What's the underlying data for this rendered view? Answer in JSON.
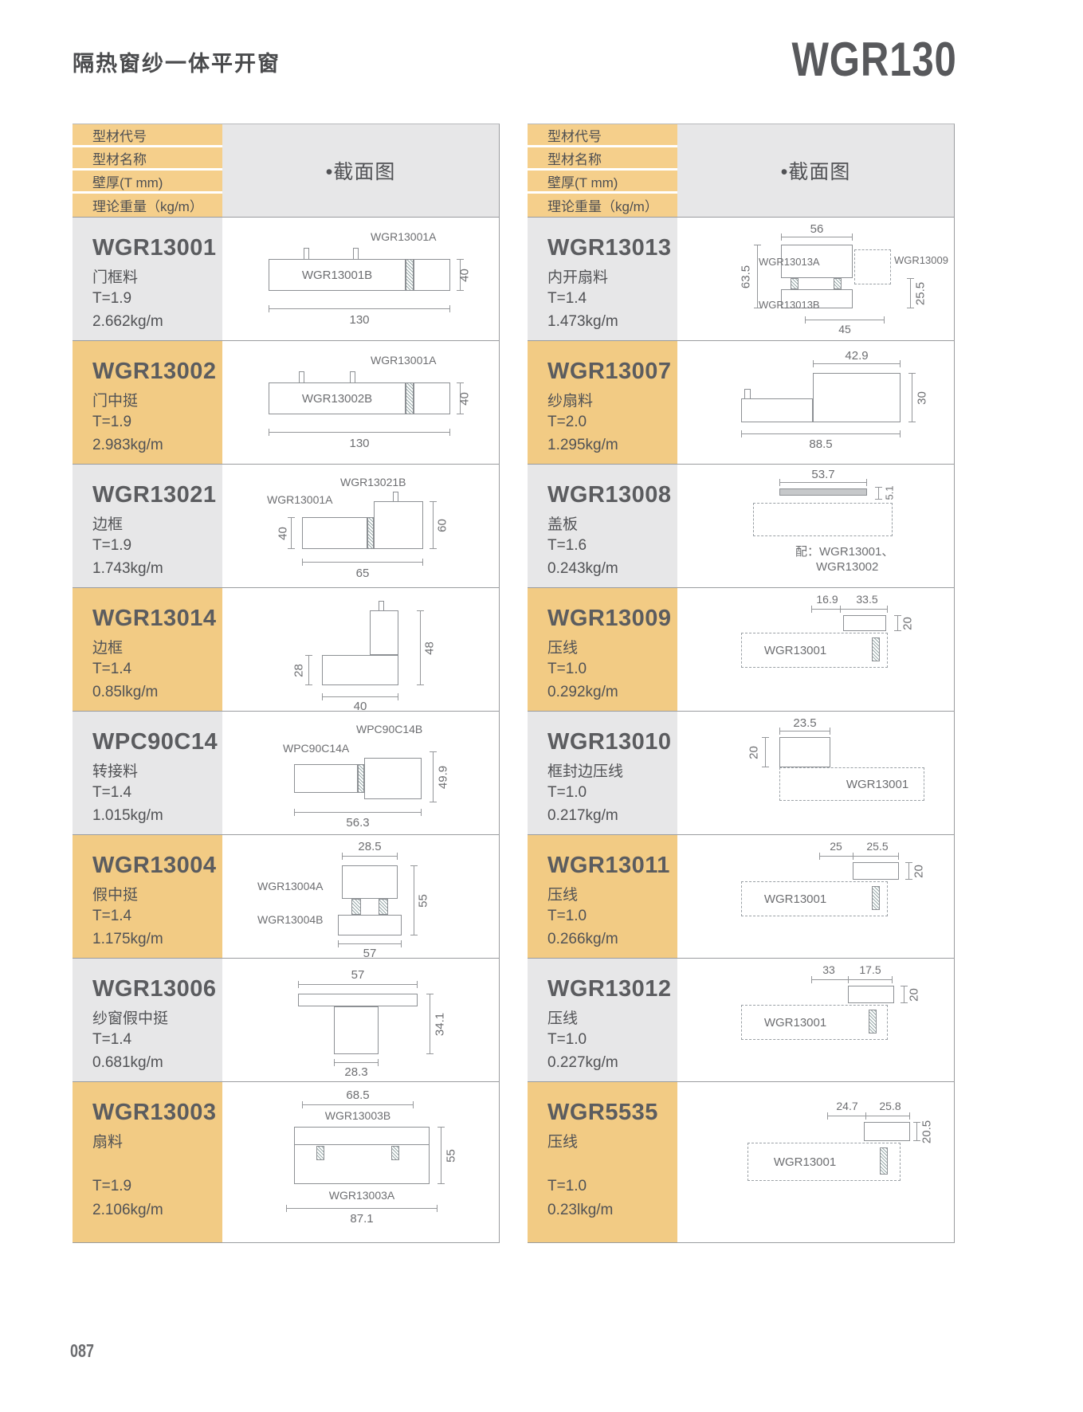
{
  "page": {
    "title": "隔热窗纱一体平开窗",
    "series": "WGR130",
    "page_number": "087"
  },
  "colors": {
    "accent_yellow": "#f2cb84",
    "header_yellow": "#f5cf8b",
    "cell_gray": "#e7e7e8",
    "heading_text": "#55565a",
    "dim_text": "#6d6e71",
    "line": "#95979a"
  },
  "table_header": {
    "bullet": "•",
    "section_label": "截面图",
    "rows": [
      "型材代号",
      "型材名称",
      "壁厚(T mm)",
      "理论重量（kg/m）"
    ]
  },
  "left_table": {
    "rows": [
      {
        "code": "WGR13001",
        "name": "门框料",
        "thickness": "T=1.9",
        "weight": "2.662kg/m",
        "diagram": {
          "callout_top": "WGR13001A",
          "inside": "WGR13001B",
          "dim_right": "40",
          "dim_bottom": "130"
        }
      },
      {
        "code": "WGR13002",
        "name": "门中挺",
        "thickness": "T=1.9",
        "weight": "2.983kg/m",
        "diagram": {
          "callout_top": "WGR13001A",
          "inside": "WGR13002B",
          "dim_right": "40",
          "dim_bottom": "130"
        }
      },
      {
        "code": "WGR13021",
        "name": "边框",
        "thickness": "T=1.9",
        "weight": "1.743kg/m",
        "diagram": {
          "callout_top": "WGR13021B",
          "callout_left": "WGR13001A",
          "dim_left": "40",
          "dim_right": "60",
          "dim_bottom": "65"
        }
      },
      {
        "code": "WGR13014",
        "name": "边框",
        "thickness": "T=1.4",
        "weight": "0.85lkg/m",
        "diagram": {
          "dim_left": "28",
          "dim_right": "48",
          "dim_bottom": "40"
        }
      },
      {
        "code": "WPC90C14",
        "name": "转接料",
        "thickness": "T=1.4",
        "weight": "1.015kg/m",
        "diagram": {
          "callout_top": "WPC90C14B",
          "callout_left": "WPC90C14A",
          "dim_right": "49.9",
          "dim_bottom": "56.3"
        }
      },
      {
        "code": "WGR13004",
        "name": "假中挺",
        "thickness": "T=1.4",
        "weight": "1.175kg/m",
        "diagram": {
          "dim_top": "28.5",
          "callout_left": "WGR13004A",
          "callout_left2": "WGR13004B",
          "dim_right": "55",
          "dim_bottom": "57"
        }
      },
      {
        "code": "WGR13006",
        "name": "纱窗假中挺",
        "thickness": "T=1.4",
        "weight": "0.681kg/m",
        "diagram": {
          "dim_top": "57",
          "dim_right": "34.1",
          "dim_bottom": "28.3"
        }
      },
      {
        "code": "WGR13003",
        "name": "扇料",
        "thickness": "T=1.9",
        "weight": "2.106kg/m",
        "diagram": {
          "dim_top": "68.5",
          "label_top": "WGR13003B",
          "dim_right": "55",
          "label_bottom": "WGR13003A",
          "dim_bottom": "87.1"
        }
      }
    ]
  },
  "right_table": {
    "rows": [
      {
        "code": "WGR13013",
        "name": "内开扇料",
        "thickness": "T=1.4",
        "weight": "1.473kg/m",
        "diagram": {
          "dim_top": "56",
          "dim_left": "63.5",
          "callout_left": "WGR13013A",
          "callout_left2": "WGR13013B",
          "callout_right": "WGR13009",
          "dim_right": "25.5",
          "dim_bottom": "45"
        }
      },
      {
        "code": "WGR13007",
        "name": "纱扇料",
        "thickness": "T=2.0",
        "weight": "1.295kg/m",
        "diagram": {
          "dim_top": "42.9",
          "dim_right": "30",
          "dim_bottom": "88.5"
        }
      },
      {
        "code": "WGR13008",
        "name": "盖板",
        "thickness": "T=1.6",
        "weight": "0.243kg/m",
        "diagram": {
          "dim_top": "53.7",
          "dim_right": "5.1",
          "note_line1": "配：WGR13001、",
          "note_line2": "WGR13002"
        }
      },
      {
        "code": "WGR13009",
        "name": "压线",
        "thickness": "T=1.0",
        "weight": "0.292kg/m",
        "diagram": {
          "dim_top1": "16.9",
          "dim_top2": "33.5",
          "dim_right": "20",
          "inside": "WGR13001"
        }
      },
      {
        "code": "WGR13010",
        "name": "框封边压线",
        "thickness": "T=1.0",
        "weight": "0.217kg/m",
        "diagram": {
          "dim_top": "23.5",
          "dim_left": "20",
          "inside": "WGR13001"
        }
      },
      {
        "code": "WGR13011",
        "name": "压线",
        "thickness": "T=1.0",
        "weight": "0.266kg/m",
        "diagram": {
          "dim_top1": "25",
          "dim_top2": "25.5",
          "dim_right": "20",
          "inside": "WGR13001"
        }
      },
      {
        "code": "WGR13012",
        "name": "压线",
        "thickness": "T=1.0",
        "weight": "0.227kg/m",
        "diagram": {
          "dim_top1": "33",
          "dim_top2": "17.5",
          "dim_right": "20",
          "inside": "WGR13001"
        }
      },
      {
        "code": "WGR5535",
        "name": "压线",
        "thickness": "T=1.0",
        "weight": "0.23lkg/m",
        "diagram": {
          "dim_top1": "24.7",
          "dim_top2": "25.8",
          "dim_right": "20.5",
          "inside": "WGR13001"
        }
      }
    ]
  }
}
